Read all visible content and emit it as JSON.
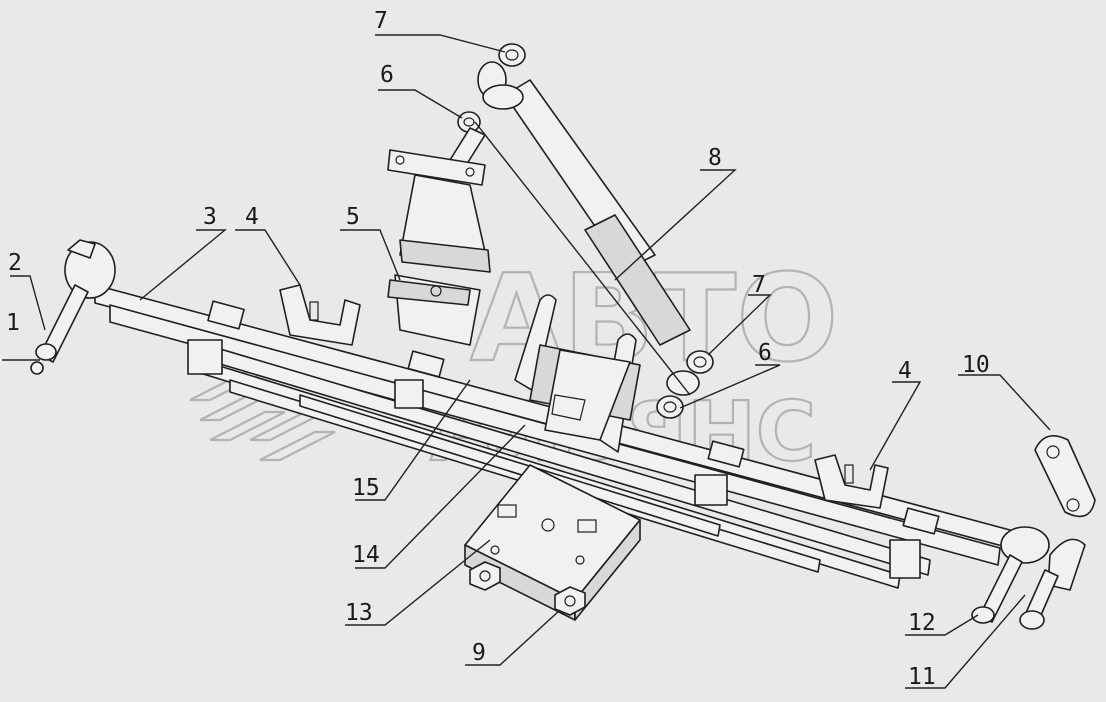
{
  "watermark": {
    "line1": "АВТО",
    "line2": "АЛЬЯНС"
  },
  "callouts": [
    {
      "label": "1"
    },
    {
      "label": "2"
    },
    {
      "label": "3"
    },
    {
      "label": "4"
    },
    {
      "label": "5"
    },
    {
      "label": "6"
    },
    {
      "label": "7"
    },
    {
      "label": "8"
    },
    {
      "label": "7"
    },
    {
      "label": "6"
    },
    {
      "label": "4"
    },
    {
      "label": "10"
    },
    {
      "label": "15"
    },
    {
      "label": "14"
    },
    {
      "label": "13"
    },
    {
      "label": "9"
    },
    {
      "label": "12"
    },
    {
      "label": "11"
    }
  ],
  "colors": {
    "background": "#e9e9e9",
    "line": "#1f1f1f",
    "watermark": "#9a9a9a"
  }
}
